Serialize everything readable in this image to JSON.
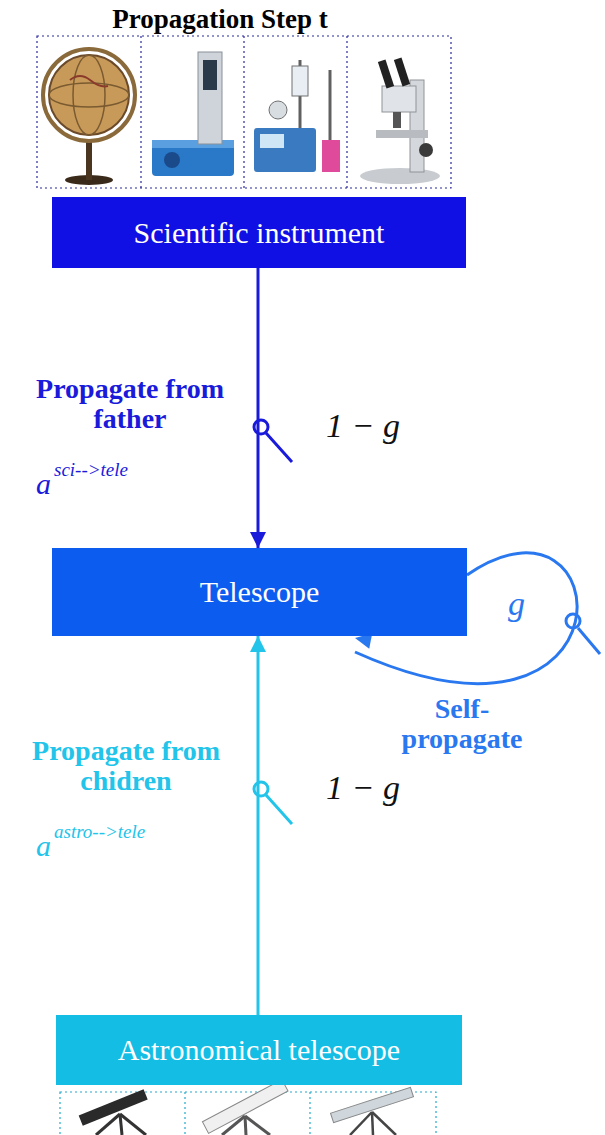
{
  "diagram": {
    "title": "Propagation Step t",
    "nodes": [
      {
        "text": [
          "Scientific instrument"
        ]
      },
      {
        "text": [
          "Telescope"
        ]
      },
      {
        "text": [
          "Astronomical telescope"
        ]
      }
    ],
    "edges": [
      {
        "from": 0,
        "to": 1,
        "arrow": "to"
      },
      {
        "from": 1,
        "to": 1,
        "arrow": "to"
      },
      {
        "from": 2,
        "to": 1,
        "arrow": "to"
      }
    ],
    "labels": [
      "Propagate from father",
      "1 − g",
      "a",
      "sci-->tele",
      "g",
      "Self-propagate",
      "Propagate from chidren",
      "1 − g",
      "a",
      "astro-->tele"
    ]
  }
}
